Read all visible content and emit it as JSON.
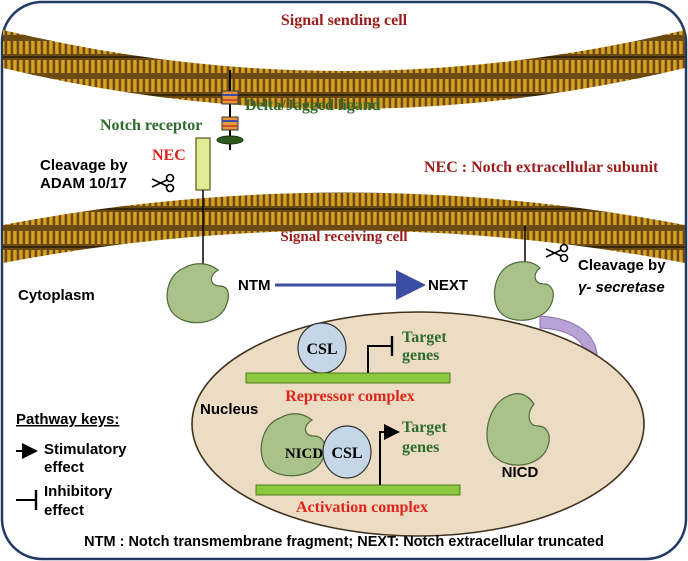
{
  "colors": {
    "frame": "#1f3864",
    "dark_red": "#9c1c1c",
    "bright_red": "#e0241c",
    "green_text": "#2e6b2e",
    "black": "#000000",
    "membrane_brown": "#6b4a14",
    "membrane_gold": "#d8a220",
    "head_green": "#a9c28a",
    "nucleus_fill": "#ecdcc4",
    "csl_fill": "#c5d6e6",
    "bar_green": "#8cc63f",
    "arrow_blue": "#3b4ea3",
    "arrow_purple": "#b8a2d6"
  },
  "labels": {
    "signal_sending_cell": "Signal sending cell",
    "delta_jagged_ligand": "Delta/Jagged ligand",
    "notch_receptor": "Notch receptor",
    "nec": "NEC",
    "cleavage_adam_line1": "Cleavage by",
    "cleavage_adam_line2": "ADAM 10/17",
    "nec_definition": "NEC : Notch extracellular subunit",
    "signal_receiving_cell": "Signal receiving cell",
    "cytoplasm": "Cytoplasm",
    "ntm": "NTM",
    "next": "NEXT",
    "cleavage_gamma_line1": "Cleavage by",
    "cleavage_gamma_line2": "γ- secretase",
    "csl_top": "CSL",
    "target_genes_top_line1": "Target",
    "target_genes_top_line2": "genes",
    "repressor_complex": "Repressor complex",
    "nucleus": "Nucleus",
    "nicd_in_complex": "NICD",
    "csl_bottom": "CSL",
    "target_genes_bottom_line1": "Target",
    "target_genes_bottom_line2": "genes",
    "activation_complex": "Activation complex",
    "nicd_free": "NICD",
    "pathway_keys": "Pathway keys:",
    "stimulatory_line1": "Stimulatory",
    "stimulatory_line2": "effect",
    "inhibitory_line1": "Inhibitory",
    "inhibitory_line2": "effect",
    "footnote": "NTM : Notch transmembrane fragment; NEXT: Notch extracellular truncated"
  }
}
